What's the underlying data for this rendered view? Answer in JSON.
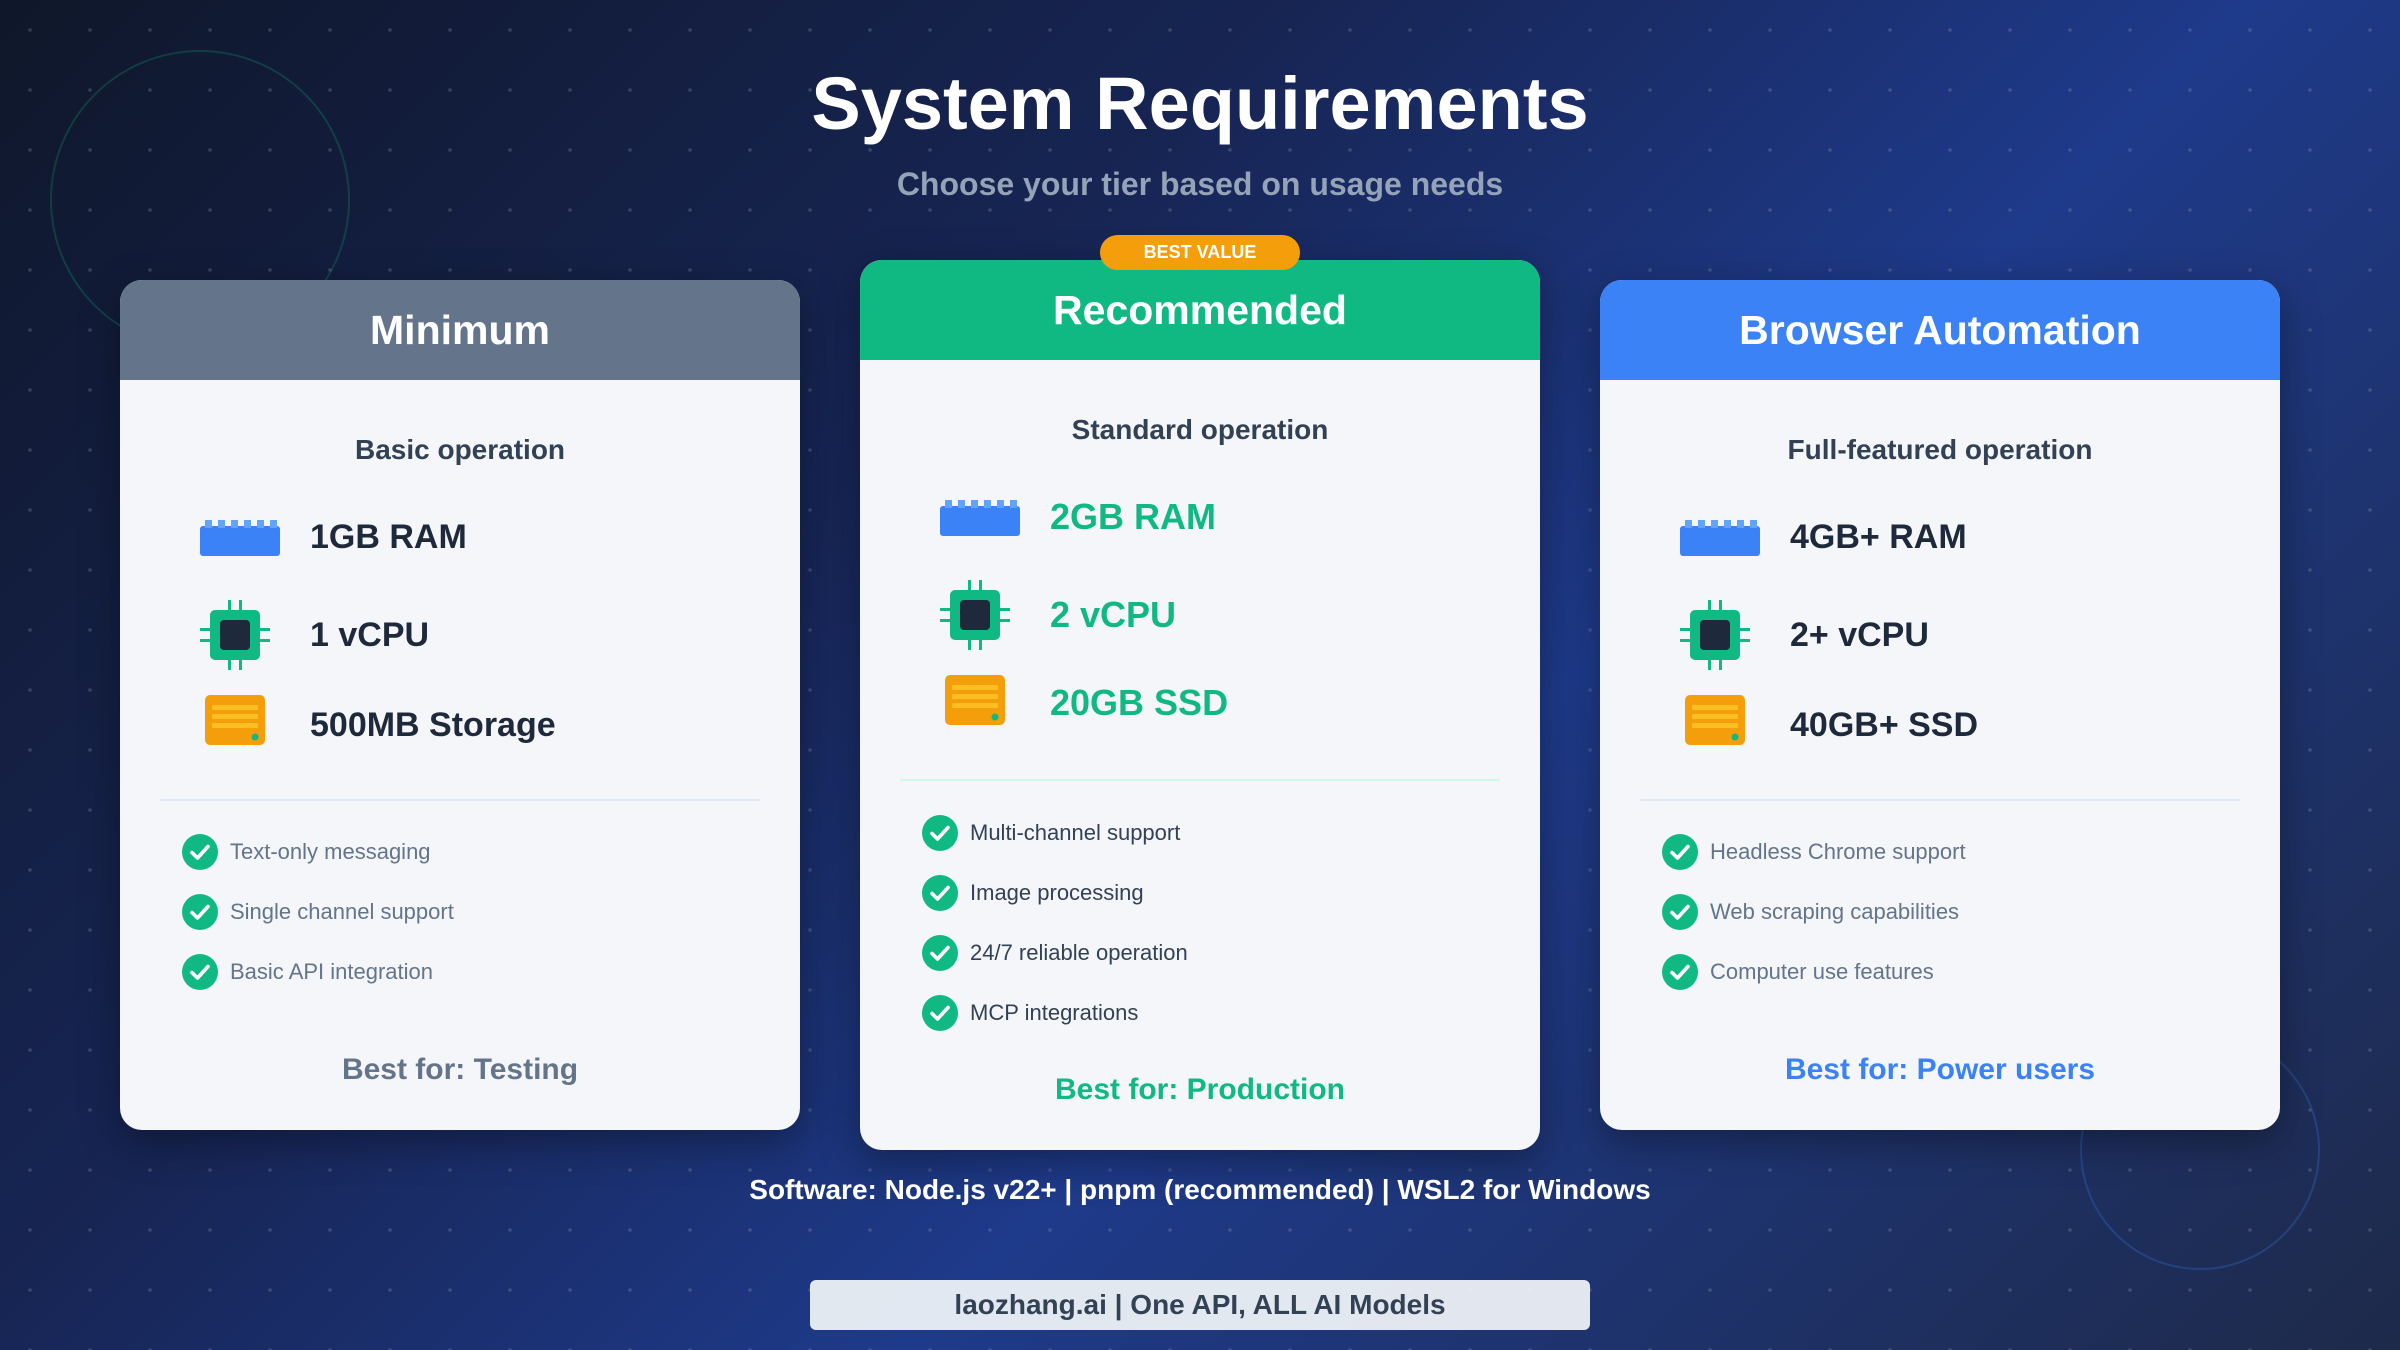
{
  "header": {
    "title": "System Requirements",
    "subtitle": "Choose your tier based on usage needs"
  },
  "colors": {
    "minimum": "#64748b",
    "recommended": "#10b981",
    "browser": "#3b82f6",
    "badge": "#f59e0b",
    "ram_icon": "#3b82f6",
    "cpu_icon": "#10b981",
    "storage_icon": "#f59e0b"
  },
  "tiers": [
    {
      "name": "Minimum",
      "subtitle": "Basic operation",
      "specs": {
        "ram": "1GB RAM",
        "cpu": "1 vCPU",
        "storage": "500MB Storage"
      },
      "features": [
        "Text-only messaging",
        "Single channel support",
        "Basic API integration"
      ],
      "best_for": "Best for: Testing"
    },
    {
      "name": "Recommended",
      "badge": "BEST VALUE",
      "subtitle": "Standard operation",
      "specs": {
        "ram": "2GB RAM",
        "cpu": "2 vCPU",
        "storage": "20GB SSD"
      },
      "features": [
        "Multi-channel support",
        "Image processing",
        "24/7 reliable operation",
        "MCP integrations"
      ],
      "best_for": "Best for: Production"
    },
    {
      "name": "Browser Automation",
      "subtitle": "Full-featured operation",
      "specs": {
        "ram": "4GB+ RAM",
        "cpu": "2+ vCPU",
        "storage": "40GB+ SSD"
      },
      "features": [
        "Headless Chrome support",
        "Web scraping capabilities",
        "Computer use features"
      ],
      "best_for": "Best for: Power users"
    }
  ],
  "software_line": "Software: Node.js v22+ | pnpm (recommended) | WSL2 for Windows",
  "footer": "laozhang.ai | One API, ALL AI Models",
  "icons": {
    "ram": "ram-stick-icon",
    "cpu": "cpu-chip-icon",
    "storage": "storage-drive-icon",
    "feature": "check-circle-icon"
  }
}
